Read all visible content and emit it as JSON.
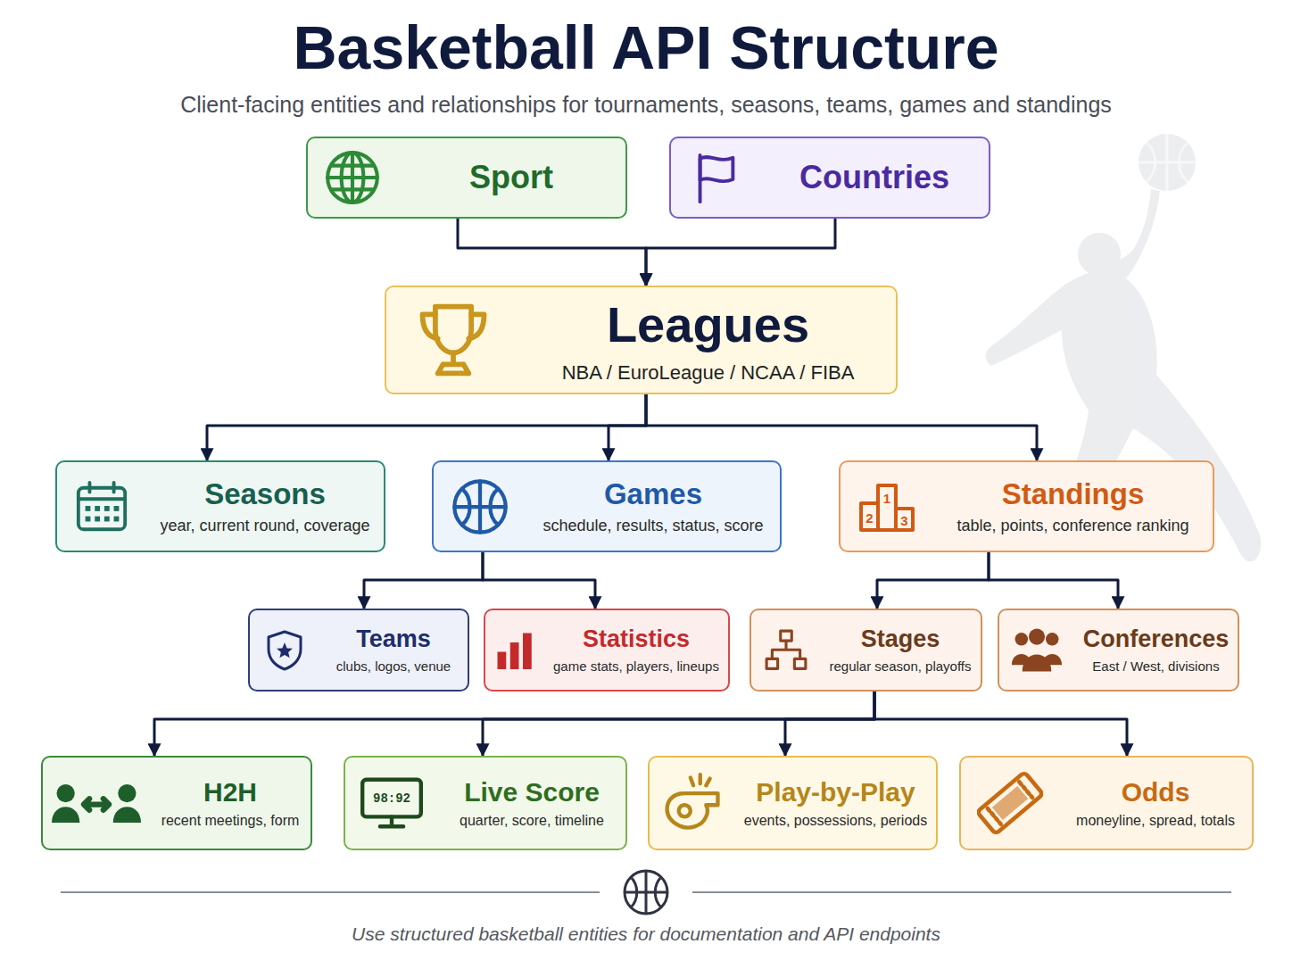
{
  "diagram": {
    "title": "Basketball API Structure",
    "caption": "Use structured basketball entities for documentation and API endpoints",
    "nodes": [
      {
        "text": [
          "Sport"
        ]
      },
      {
        "text": [
          "Countries"
        ]
      },
      {
        "text": [
          "Leagues",
          "NBA / EuroLeague / NCAA / FIBA"
        ]
      },
      {
        "text": [
          "Seasons",
          "year, current round, coverage"
        ]
      },
      {
        "text": [
          "Games",
          "schedule, results, status, score"
        ]
      },
      {
        "text": [
          "Standings",
          "table, points, conference ranking"
        ]
      },
      {
        "text": [
          "Teams",
          "clubs, logos, venue"
        ]
      },
      {
        "text": [
          "Statistics",
          "game stats, players, lineups"
        ]
      },
      {
        "text": [
          "Stages",
          "regular season, playoffs"
        ]
      },
      {
        "text": [
          "Conferences",
          "East / West, divisions"
        ]
      },
      {
        "text": [
          "H2H",
          "recent meetings, form"
        ]
      },
      {
        "text": [
          "Live Score",
          "quarter, score, timeline"
        ]
      },
      {
        "text": [
          "Play-by-Play",
          "events, possessions, periods"
        ]
      },
      {
        "text": [
          "Odds",
          "moneyline, spread, totals"
        ]
      }
    ],
    "edges": [
      {
        "from": 0,
        "to": 2,
        "arrow": "to"
      },
      {
        "from": 1,
        "to": 2,
        "arrow": "to"
      },
      {
        "from": 2,
        "to": 3,
        "arrow": "to"
      },
      {
        "from": 2,
        "to": 4,
        "arrow": "to"
      },
      {
        "from": 2,
        "to": 5,
        "arrow": "to"
      },
      {
        "from": 4,
        "to": 6,
        "arrow": "to"
      },
      {
        "from": 4,
        "to": 7,
        "arrow": "to"
      },
      {
        "from": 5,
        "to": 8,
        "arrow": "to"
      },
      {
        "from": 5,
        "to": 9,
        "arrow": "to"
      },
      {
        "from": 8,
        "to": 10,
        "arrow": "to"
      },
      {
        "from": 8,
        "to": 11,
        "arrow": "to"
      },
      {
        "from": 8,
        "to": 12,
        "arrow": "to"
      },
      {
        "from": 8,
        "to": 13,
        "arrow": "to"
      }
    ],
    "labels": [
      "Client-facing entities and relationships for tournaments, seasons, teams, games and standings",
      "98:92",
      "1",
      "2",
      "3"
    ]
  }
}
